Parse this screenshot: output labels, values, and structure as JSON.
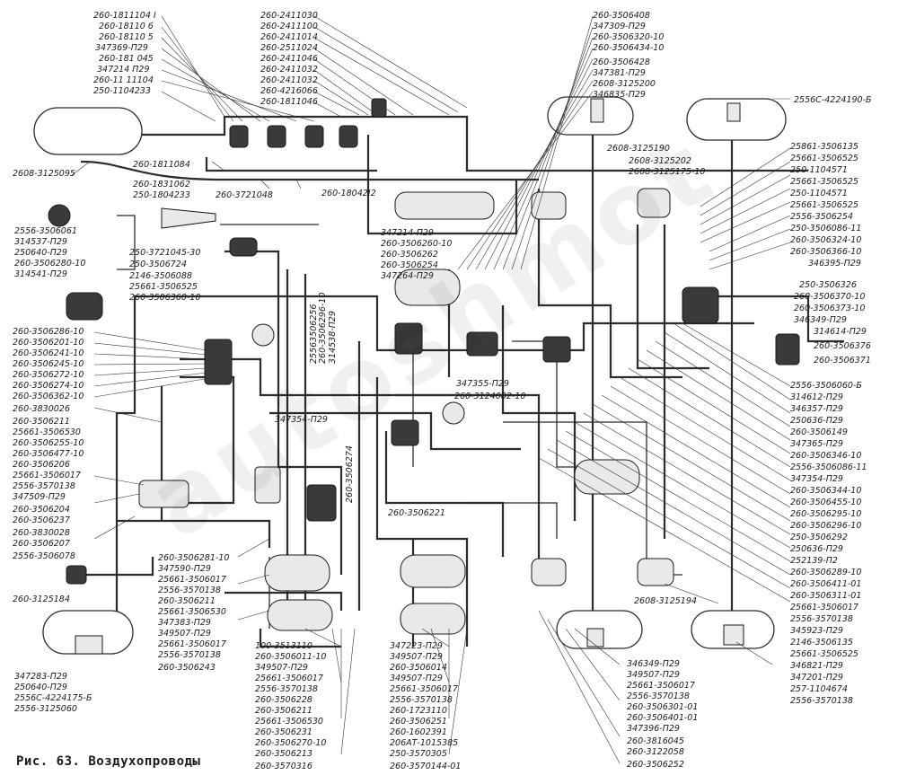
{
  "caption": "Рис. 63. Воздухопроводы",
  "watermark": "autoshmot",
  "labels": {
    "top_left": [
      "260-1811104 I",
      "260-18110 6",
      "260-18110 5",
      "347369-П29",
      "260-181 045",
      "347214 П29",
      "260-11 11104",
      "250-1104233"
    ],
    "top_center": [
      "260-2411030",
      "260-2411100",
      "260-2411014",
      "260-2511024",
      "260-2411046",
      "260-2411032",
      "260-2411032",
      "260-4216066",
      "260-1811046"
    ],
    "top_right": [
      "260-3506408",
      "347309-П29",
      "260-3506320-10",
      "260-3506434-10",
      "260-3506428",
      "347381-П29",
      "2608-3125200",
      "346835-П29"
    ],
    "far_right_top": "2556С-4224190-Б",
    "left_mid": [
      "2608-3125095",
      "260-1811084",
      "260-1831062",
      "250-1804233"
    ],
    "center_mid": [
      "260-3721048",
      "260-18042І2"
    ],
    "right_col": [
      "2608-3125190",
      "2608-3125202",
      "2608-3125175-10",
      "25861-3506135",
      "25661-3506525",
      "250-1104571",
      "25661-3506525",
      "250-1104571",
      "25661-3506525",
      "2556-3506254",
      "250-3506086-11",
      "260-3506324-10",
      "260-3506366-10",
      "346395-П29",
      "250-3506326",
      "260-3506370-10",
      "260-3506373-10",
      "346349-П29",
      "314614-П29",
      "260-3506376",
      "260-3506371",
      "2556-3506060-Б",
      "314612-П29",
      "346357-П29",
      "250636-П29",
      "260-3506149",
      "347365-П29",
      "260-3506346-10",
      "2556-3506086-11",
      "347354-П29",
      "260-3506344-10",
      "260-3506455-10",
      "260-3506295-10",
      "260-3506296-10",
      "250-3506292",
      "250636-П29",
      "252139-П2",
      "260-3506289-10",
      "260-3506411-01",
      "260-3506311-01",
      "25661-3506017",
      "2556-3570138",
      "345923-П29",
      "2146-3506135",
      "25661-3506525",
      "346821-П29",
      "347201-П29",
      "257-1104674",
      "2556-3570138"
    ],
    "left_col_a": [
      "2556-3506061",
      "314537-П29",
      "250640-П29",
      "260-3506280-10",
      "314541-П29"
    ],
    "left_col_b": [
      "260-3506286-10",
      "260-3506201-10",
      "260-3506241-10",
      "260-3506245-10",
      "260-3506272-10",
      "260-3506274-10",
      "260-3506362-10",
      "260-3830026",
      "260-3506211",
      "25661-3506530",
      "260-3506255-10",
      "260-3506477-10",
      "260-3506206",
      "25661-3506017",
      "2556-3570138",
      "347509-П29",
      "260-3506204",
      "260-3506237",
      "260-3830028",
      "260-3506207",
      "2556-3506078",
      "260-3125184"
    ],
    "left_bottom": [
      "347283-П29",
      "250640-П29",
      "2556С-4224175-Б",
      "2556-3125060"
    ],
    "mid_left_group": [
      "250-3721045-30",
      "250-3506724",
      "2146-3506088",
      "25661-3506525",
      "260-3506360-10"
    ],
    "mid_center_group": [
      "347214-П29",
      "260-3506260-10",
      "260-3506262",
      "260-3506254",
      "347264-П29"
    ],
    "vertical_center": [
      "25563506256",
      "260-3506296-10",
      "314538-П29"
    ],
    "mid_misc": [
      "347355-П29",
      "260-3124082-10",
      "347354-П29",
      "260-3506274",
      "260-3506221"
    ],
    "bottom_left_col": [
      "260-3506281-10",
      "347590-П29",
      "25661-3506017",
      "2556-3570138",
      "260-3506211",
      "25661-3506530",
      "347383-П29",
      "349507-П29",
      "25661-3506017",
      "2556-3570138",
      "260-3506243"
    ],
    "bottom_mid_col": [
      "100-3513110",
      "260-3506011-10",
      "349507-П29",
      "25661-3506017",
      "2556-3570138",
      "260-3506228",
      "260-3506211",
      "25661-3506530",
      "260-3506231",
      "260-3506270-10",
      "260-3506213",
      "260-3570316"
    ],
    "bottom_center_col": [
      "347223-П29",
      "349507-П29",
      "260-3506014",
      "349507-П29",
      "25661-3506017",
      "2556-3570138",
      "260-1723110",
      "260-3506251",
      "260-1602391",
      "206АТ-1015385",
      "250-3570305",
      "260-3570144-01"
    ],
    "bottom_right_col": [
      "346349-П29",
      "349507-П29",
      "25661-3506017",
      "2556-3570138",
      "260-3506301-01",
      "260-3506401-01",
      "347396-П29",
      "260-3816045",
      "260-3122058",
      "260-3506252"
    ],
    "bottom_right_mid": "2608-3125194"
  }
}
